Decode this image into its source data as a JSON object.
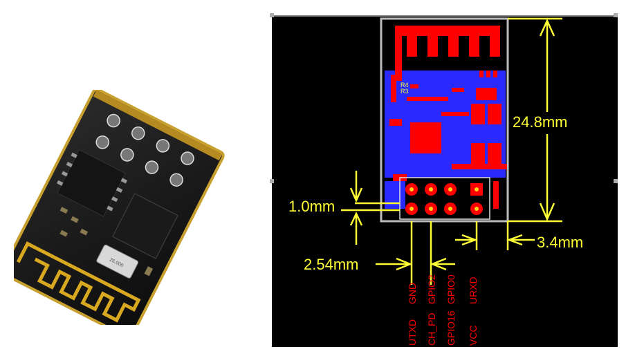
{
  "module_photo": {
    "chip_marking": "26.000"
  },
  "pcb_drawing": {
    "colors": {
      "background": "#000000",
      "copper_top": "#ff0000",
      "copper_bottom": "#2a2aff",
      "dimension": "#ffff33",
      "outline": "#bdbdbd"
    },
    "dimensions": {
      "height": "24.8mm",
      "pin_spacing": "2.54mm",
      "row_gap": "1.0mm",
      "edge_offset": "3.4mm"
    },
    "silkscreen": {
      "r4": "R4",
      "r3": "R3"
    },
    "pin_labels": {
      "col1_top": "UTXD",
      "col1_bottom": "GND",
      "col2_top": "CH_PD",
      "col2_bottom": "GPIO2",
      "col3_top": "GPIO16",
      "col3_bottom": "GPIO0",
      "col4_top": "VCC",
      "col4_bottom": "URXD"
    }
  }
}
